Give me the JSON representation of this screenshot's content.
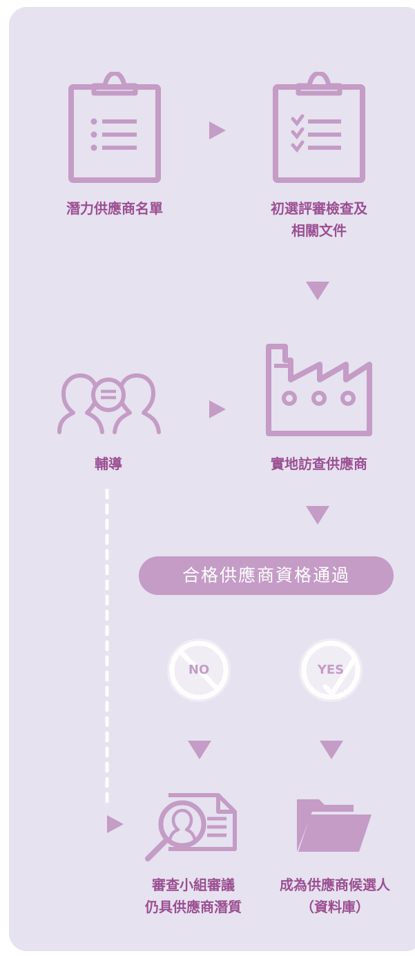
{
  "steps": {
    "potential_list": "潛力供應商名單",
    "prelim_review_line1": "初選評審檢查及",
    "prelim_review_line2": "相關文件",
    "coaching": "輔導",
    "site_visit": "實地訪查供應商",
    "qualified_pass": "合格供應商資格通過",
    "no": "NO",
    "yes": "YES",
    "panel_review_line1": "審查小組審議",
    "panel_review_line2": "仍具供應商潛質",
    "become_candidate_line1": "成為供應商候選人",
    "become_candidate_line2": "（資料庫）"
  },
  "colors": {
    "background": "#e6e2ef",
    "accent": "#c49cc6",
    "label": "#9b4f92",
    "pill_text": "#ffffff",
    "badge_fill": "#f0edf5"
  },
  "icons": {
    "clipboard_list": "clipboard-list-icon",
    "clipboard_check": "clipboard-checklist-icon",
    "discussion": "people-discussion-icon",
    "factory": "factory-icon",
    "no_badge": "prohibited-icon",
    "yes_badge": "check-icon",
    "document_search": "document-search-icon",
    "folder": "folder-icon"
  }
}
